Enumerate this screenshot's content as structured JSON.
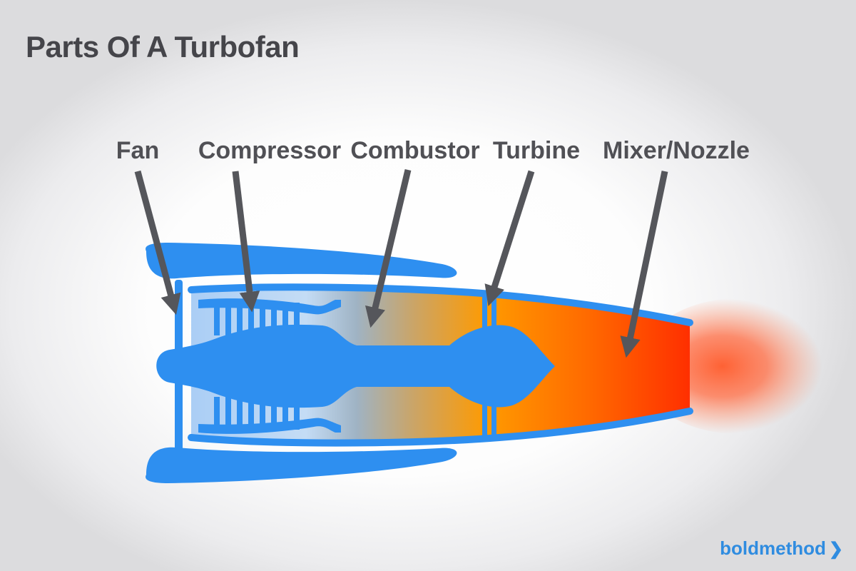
{
  "title": "Parts Of A Turbofan",
  "labels": {
    "fan": "Fan",
    "compressor": "Compressor",
    "combustor": "Combustor",
    "turbine": "Turbine",
    "mixer_nozzle": "Mixer/Nozzle"
  },
  "brand": {
    "name": "boldmethod",
    "chevron": "❯"
  },
  "colors": {
    "engine_blue": "#2e8ff0",
    "exhaust_orange": "#ff9a00",
    "exhaust_red": "#ff3a00",
    "arrow_gray": "#55565b",
    "label_gray": "#505055",
    "brand_blue": "#2f8ce0"
  }
}
